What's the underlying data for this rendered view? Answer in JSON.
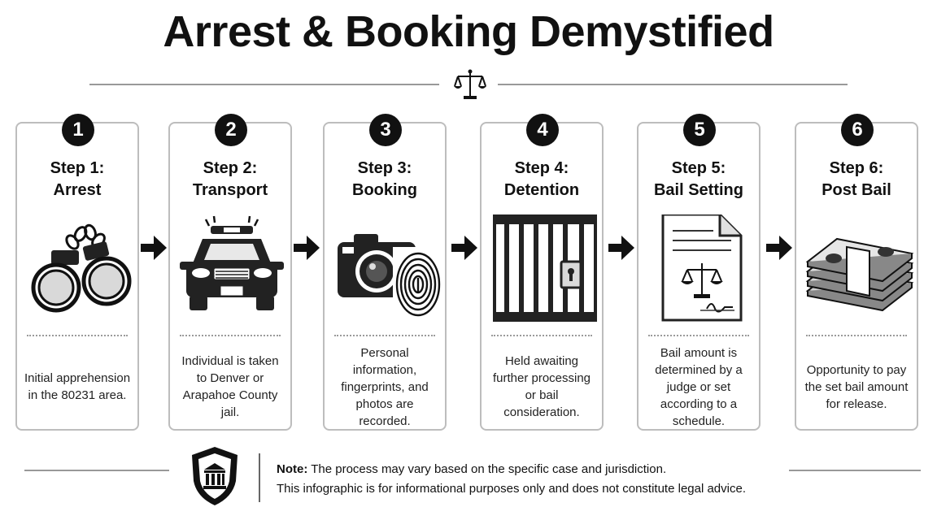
{
  "title": "Arrest & Booking Demystified",
  "steps": [
    {
      "number": "1",
      "step": "Step 1:",
      "name": "Arrest",
      "description": "Initial apprehension in the 80231 area."
    },
    {
      "number": "2",
      "step": "Step 2:",
      "name": "Transport",
      "description": "Individual is taken to Denver or Arapahoe County jail."
    },
    {
      "number": "3",
      "step": "Step 3:",
      "name": "Booking",
      "description": "Personal information, fingerprints, and photos are recorded."
    },
    {
      "number": "4",
      "step": "Step 4:",
      "name": "Detention",
      "description": "Held awaiting further processing or bail consideration."
    },
    {
      "number": "5",
      "step": "Step 5:",
      "name": "Bail Setting",
      "description": "Bail amount is determined by a judge or set according to a schedule."
    },
    {
      "number": "6",
      "step": "Step 6:",
      "name": "Post Bail",
      "description": "Opportunity to pay the set bail amount for release."
    }
  ],
  "footer": {
    "note_label": "Note:",
    "note_text": "The process may vary based on the specific case and jurisdiction.",
    "disclaimer": "This infographic is for informational purposes only and does not constitute legal advice."
  },
  "colors": {
    "ink": "#111111",
    "border": "#bdbdbd",
    "rule": "#999999"
  },
  "icons": [
    "scales-of-justice-icon",
    "handcuffs-icon",
    "police-car-icon",
    "camera-icon",
    "fingerprint-icon",
    "jail-cell-icon",
    "legal-document-icon",
    "money-stack-icon",
    "courthouse-shield-icon",
    "arrow-right-icon"
  ]
}
